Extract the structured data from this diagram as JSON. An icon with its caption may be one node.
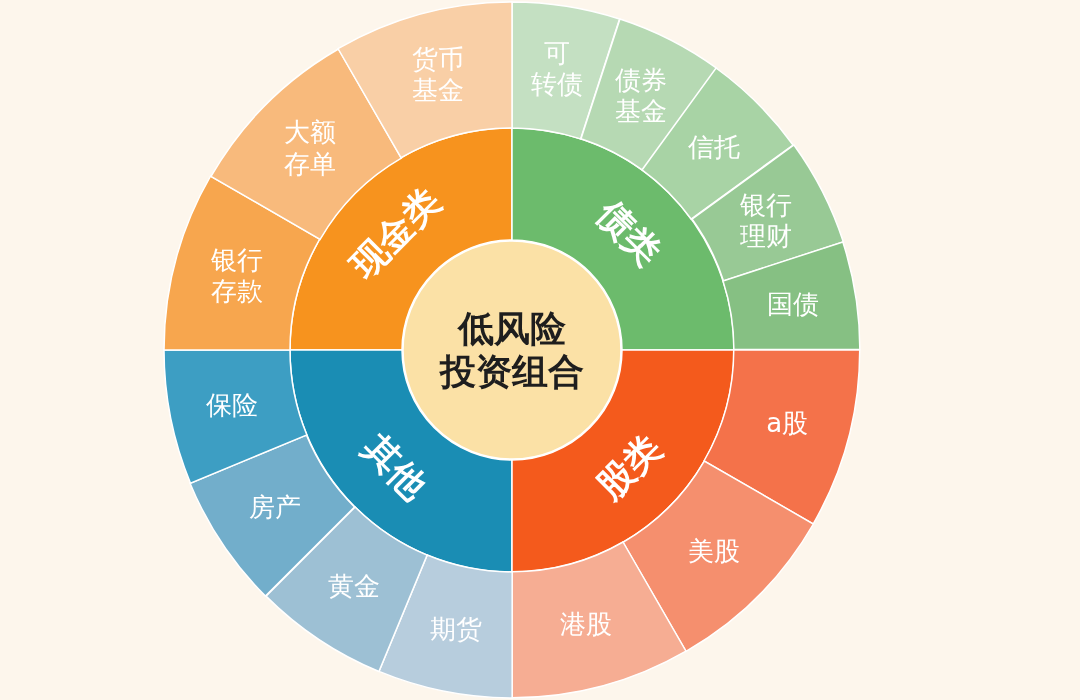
{
  "diagram": {
    "nodes": [
      {
        "text": [
          "低风险投资组合"
        ]
      },
      {
        "text": [
          "现金类"
        ]
      },
      {
        "text": [
          "债类"
        ]
      },
      {
        "text": [
          "其他"
        ]
      },
      {
        "text": [
          "股类"
        ]
      },
      {
        "text": [
          "可转债"
        ]
      },
      {
        "text": [
          "债券基金"
        ]
      },
      {
        "text": [
          "信托"
        ]
      },
      {
        "text": [
          "银行理财"
        ]
      },
      {
        "text": [
          "国债"
        ]
      },
      {
        "text": [
          "a股"
        ]
      },
      {
        "text": [
          "美股"
        ]
      },
      {
        "text": [
          "港股"
        ]
      },
      {
        "text": [
          "期货"
        ]
      },
      {
        "text": [
          "黄金"
        ]
      },
      {
        "text": [
          "房产"
        ]
      },
      {
        "text": [
          "保险"
        ]
      },
      {
        "text": [
          "银行存款"
        ]
      },
      {
        "text": [
          "大额存单"
        ]
      },
      {
        "text": [
          "货币基金"
        ]
      }
    ]
  }
}
